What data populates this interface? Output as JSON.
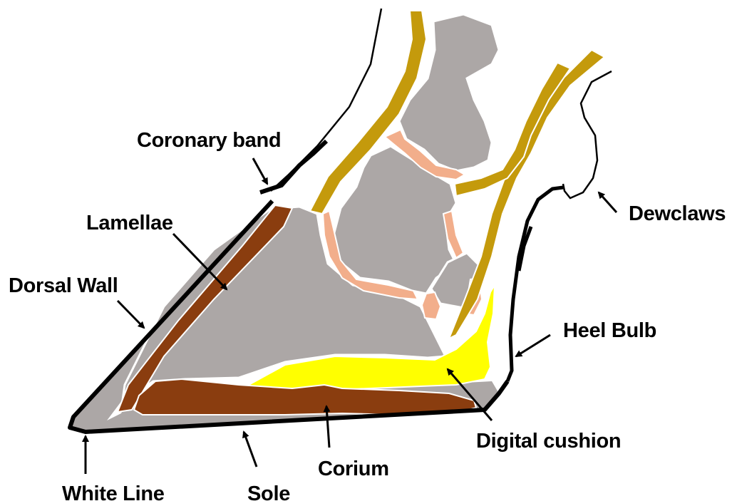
{
  "labels": {
    "coronary_band": "Coronary band",
    "lamellae": "Lamellae",
    "dorsal_wall": "Dorsal Wall",
    "dewclaws": "Dewclaws",
    "heel_bulb": "Heel Bulb",
    "digital_cushion": "Digital cushion",
    "corium": "Corium",
    "white_line": "White Line",
    "sole": "Sole"
  },
  "colors": {
    "bone": "#aca7a6",
    "cartilage": "#f2ae8b",
    "tendon": "#c49a0c",
    "lamellae": "#8a3d0f",
    "corium": "#8a3d0f",
    "digital_cushion": "#ffff00",
    "hoof_outline": "#000000",
    "background": "#ffffff"
  }
}
